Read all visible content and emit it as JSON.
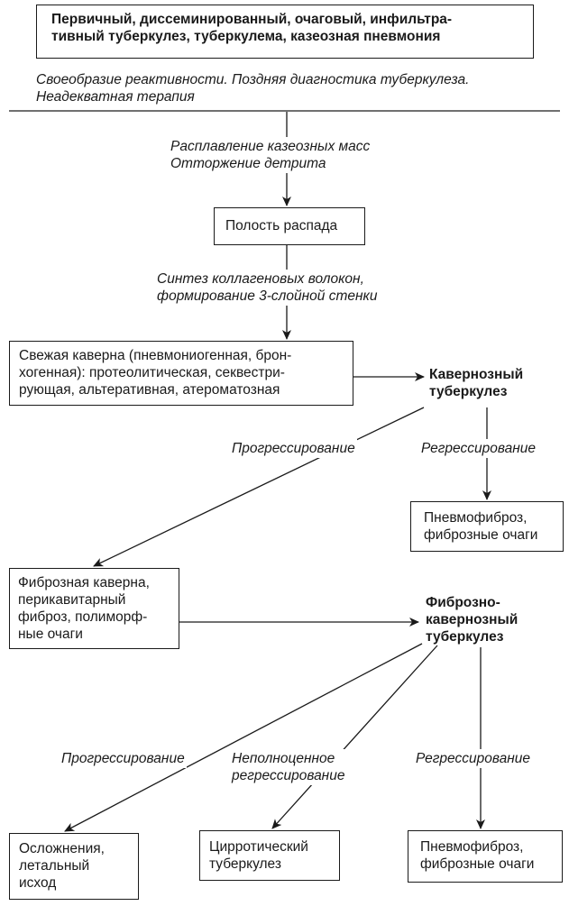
{
  "top_box": {
    "line1": "Первичный, диссеминированный, очаговый, инфильтра-",
    "line2": "тивный туберкулез, туберкулема, казеозная пневмония"
  },
  "context_note": {
    "line1": "Своеобразие реактивности. Поздняя диагностика туберкулеза.",
    "line2": "Неадекватная терапия"
  },
  "step1_label": {
    "line1": "Расплавление казеозных масс",
    "line2": "Отторжение детрита"
  },
  "cavity_box": "Полость распада",
  "step2_label": {
    "line1": "Синтез коллагеновых волокон,",
    "line2": "формирование 3-слойной стенки"
  },
  "fresh_cavern_box": {
    "line1": "Свежая каверна (пневмониогенная, брон-",
    "line2": "хогенная): протеолитическая, секвестри-",
    "line3": "рующая, альтеративная, атероматозная"
  },
  "cavernous_tb": {
    "line1": "Кавернозный",
    "line2": "туберкулез"
  },
  "progression_label_1": "Прогрессирование",
  "regression_label_1": "Регрессирование",
  "pneumofibrosis_box_1": {
    "line1": "Пневмофиброз,",
    "line2": "фиброзные очаги"
  },
  "fibrous_cavern_box": {
    "line1": "Фиброзная каверна,",
    "line2": "перикавитарный",
    "line3": "фиброз, полиморф-",
    "line4": "ные очаги"
  },
  "fibro_cavernous_tb": {
    "line1": "Фиброзно-",
    "line2": "кавернозный",
    "line3": "туберкулез"
  },
  "progression_label_2": "Прогрессирование",
  "incomplete_regression_label": {
    "line1": "Неполноценное",
    "line2": "регрессирование"
  },
  "regression_label_2": "Регрессирование",
  "complications_box": {
    "line1": "Осложнения,",
    "line2": "летальный",
    "line3": "исход"
  },
  "cirrhotic_box": {
    "line1": "Цирротический",
    "line2": "туберкулез"
  },
  "pneumofibrosis_box_2": {
    "line1": "Пневмофиброз,",
    "line2": "фиброзные очаги"
  }
}
